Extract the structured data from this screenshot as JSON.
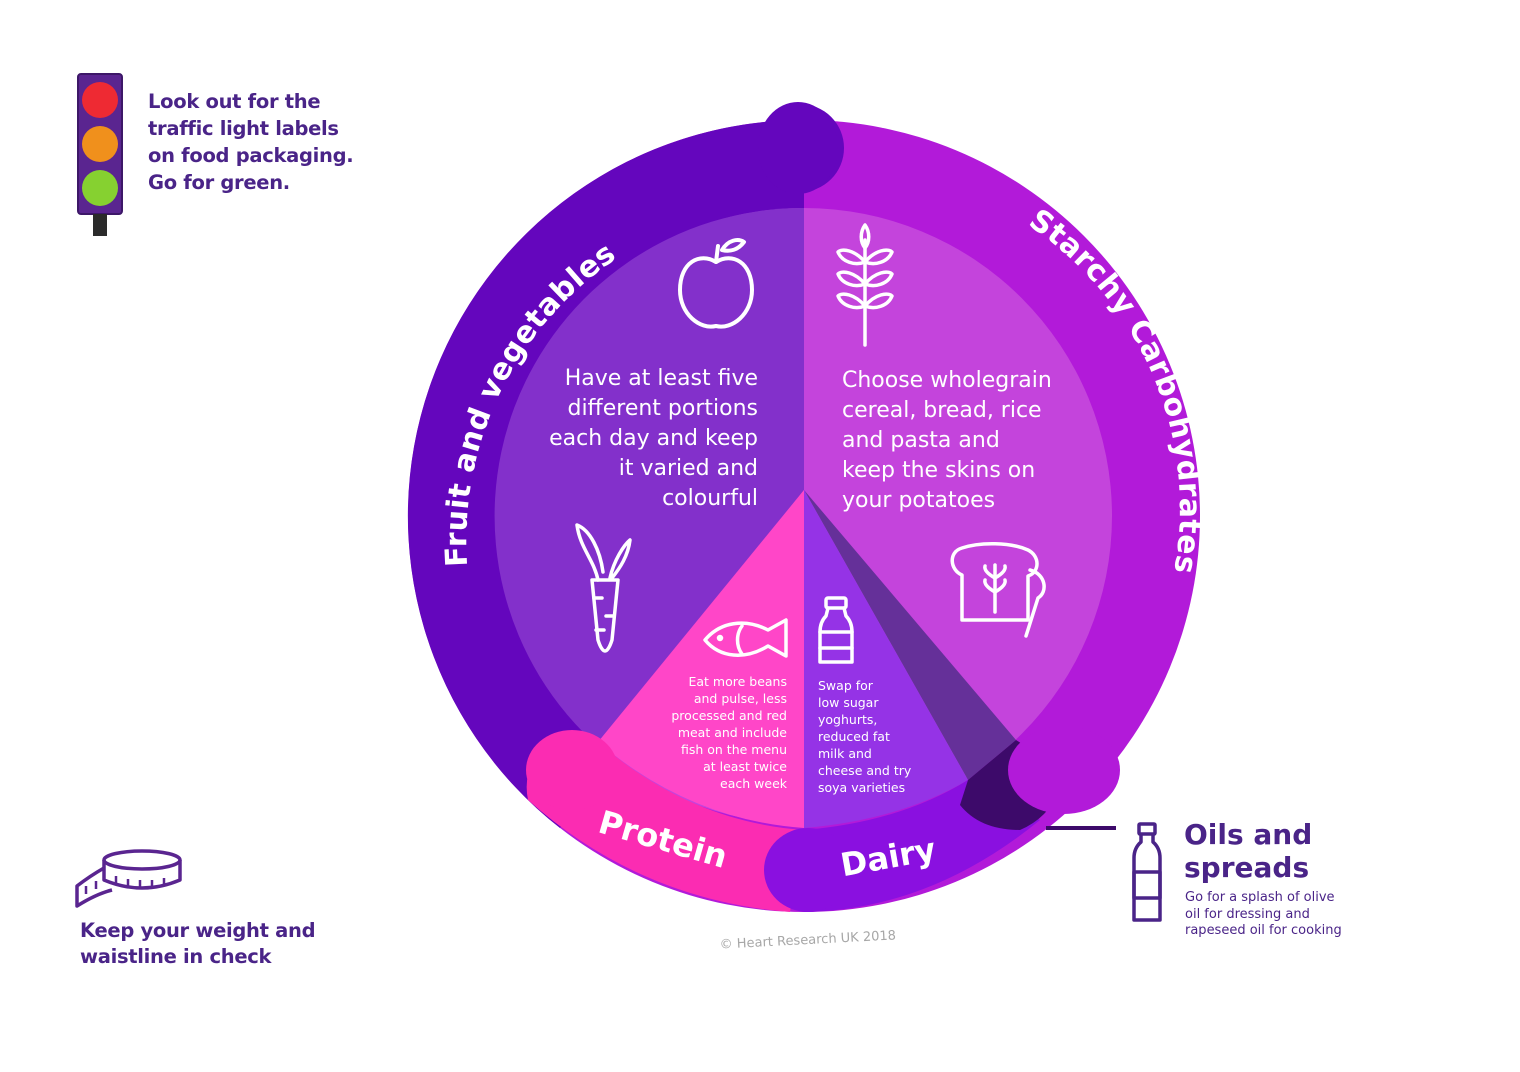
{
  "traffic_light": {
    "lines": [
      "Look out for the",
      "traffic light labels",
      "on food packaging.",
      "Go for green."
    ],
    "colors": {
      "red": "#ee2a33",
      "amber": "#f0901c",
      "green": "#86d130",
      "body": "#5a2590"
    }
  },
  "weight": {
    "lines": [
      "Keep your weight and",
      "waistline in check"
    ]
  },
  "oils": {
    "title_lines": [
      "Oils and",
      "spreads"
    ],
    "body_lines": [
      "Go for a splash of olive",
      "oil for dressing and",
      "rapeseed oil for cooking"
    ]
  },
  "plate": {
    "fruit": {
      "label": "Fruit and vegetables",
      "lines": [
        "Have at least five",
        "different portions",
        "each day and keep",
        "it varied and",
        "colourful"
      ]
    },
    "starchy": {
      "label": "Starchy Carbohydrates",
      "lines": [
        "Choose wholegrain",
        "cereal, bread, rice",
        "and pasta and",
        "keep the skins on",
        "your potatoes"
      ]
    },
    "protein": {
      "label": "Protein",
      "lines": [
        "Eat more beans",
        "and pulse, less",
        "processed and red",
        "meat and include",
        "fish on the menu",
        "at least twice",
        "each week"
      ]
    },
    "dairy": {
      "label": "Dairy",
      "lines": [
        "Swap for",
        "low sugar",
        "yoghurts,",
        "reduced fat",
        "milk and",
        "cheese and try",
        "soya varieties"
      ]
    }
  },
  "copyright": "© Heart Research UK 2018",
  "colors": {
    "fruit_ring": "#6406bd",
    "fruit_inner": "#8330cb",
    "starchy_ring": "#b21ad9",
    "starchy_inner": "#c444dc",
    "protein": "#ff46c8",
    "protein_ring": "#fb2cb2",
    "dairy": "#9533e6",
    "dairy_ring": "#8a10e0",
    "oils": "#653099",
    "oils_ring": "#3d0a6a",
    "text_purple": "#4a2488"
  }
}
